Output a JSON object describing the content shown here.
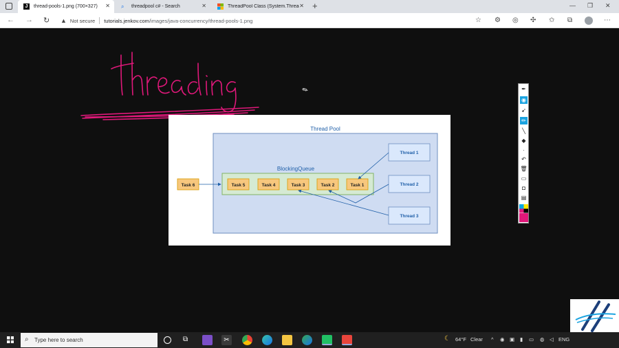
{
  "browser": {
    "tabs": [
      {
        "title": "thread-pools-1.png (700×327)",
        "favicon": "J",
        "active": true
      },
      {
        "title": "threadpool c# - Search",
        "favicon": "search-icon",
        "active": false
      },
      {
        "title": "ThreadPool Class (System.Thread",
        "favicon": "microsoft-logo",
        "active": false
      }
    ],
    "new_tab": "+",
    "security_label": "Not secure",
    "url_host": "tutorials.jenkov.com",
    "url_path": "/images/java-concurrency/thread-pools-1.png"
  },
  "annotation": {
    "handwriting": "Threading"
  },
  "diagram": {
    "title": "Thread Pool",
    "queue_label": "BlockingQueue",
    "outside_task": "Task 6",
    "queue_tasks": [
      "Task 5",
      "Task 4",
      "Task 3",
      "Task 2",
      "Task 1"
    ],
    "threads": [
      "Thread 1",
      "Thread 2",
      "Thread 3"
    ],
    "colors": {
      "pool_fill": "#cfdcf2",
      "pool_border": "#6c8ebf",
      "queue_fill": "#d5ead3",
      "queue_border": "#82b366",
      "task_fill": "#f7c77d",
      "task_border": "#d79b00",
      "thread_fill": "#dae8fc"
    }
  },
  "taskbar": {
    "search_placeholder": "Type here to search",
    "weather_temp": "64°F",
    "weather_text": "Clear",
    "language": "ENG"
  }
}
